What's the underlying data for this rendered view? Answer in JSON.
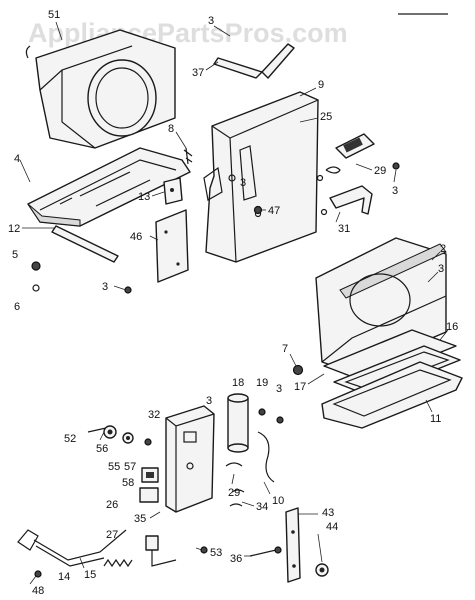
{
  "watermark": "AppliancePartsPros.com",
  "callouts": [
    {
      "id": "51",
      "text": "51"
    },
    {
      "id": "3a",
      "text": "3"
    },
    {
      "id": "37",
      "text": "37"
    },
    {
      "id": "9",
      "text": "9"
    },
    {
      "id": "25",
      "text": "25"
    },
    {
      "id": "8",
      "text": "8"
    },
    {
      "id": "4",
      "text": "4"
    },
    {
      "id": "13",
      "text": "13"
    },
    {
      "id": "29a",
      "text": "29"
    },
    {
      "id": "3b",
      "text": "3"
    },
    {
      "id": "3c",
      "text": "3"
    },
    {
      "id": "12",
      "text": "12"
    },
    {
      "id": "47",
      "text": "47"
    },
    {
      "id": "31",
      "text": "31"
    },
    {
      "id": "5",
      "text": "5"
    },
    {
      "id": "46",
      "text": "46"
    },
    {
      "id": "2",
      "text": "2"
    },
    {
      "id": "3d",
      "text": "3"
    },
    {
      "id": "6",
      "text": "6"
    },
    {
      "id": "3e",
      "text": "3"
    },
    {
      "id": "16",
      "text": "16"
    },
    {
      "id": "7",
      "text": "7"
    },
    {
      "id": "17",
      "text": "17"
    },
    {
      "id": "18",
      "text": "18"
    },
    {
      "id": "19",
      "text": "19"
    },
    {
      "id": "3f",
      "text": "3"
    },
    {
      "id": "3g",
      "text": "3"
    },
    {
      "id": "11",
      "text": "11"
    },
    {
      "id": "32",
      "text": "32"
    },
    {
      "id": "52",
      "text": "52"
    },
    {
      "id": "56",
      "text": "56"
    },
    {
      "id": "55",
      "text": "55"
    },
    {
      "id": "57",
      "text": "57"
    },
    {
      "id": "58",
      "text": "58"
    },
    {
      "id": "29b",
      "text": "29"
    },
    {
      "id": "26",
      "text": "26"
    },
    {
      "id": "10",
      "text": "10"
    },
    {
      "id": "34",
      "text": "34"
    },
    {
      "id": "43",
      "text": "43"
    },
    {
      "id": "27",
      "text": "27"
    },
    {
      "id": "35",
      "text": "35"
    },
    {
      "id": "44",
      "text": "44"
    },
    {
      "id": "53",
      "text": "53"
    },
    {
      "id": "36",
      "text": "36"
    },
    {
      "id": "15",
      "text": "15"
    },
    {
      "id": "14",
      "text": "14"
    },
    {
      "id": "48",
      "text": "48"
    }
  ]
}
